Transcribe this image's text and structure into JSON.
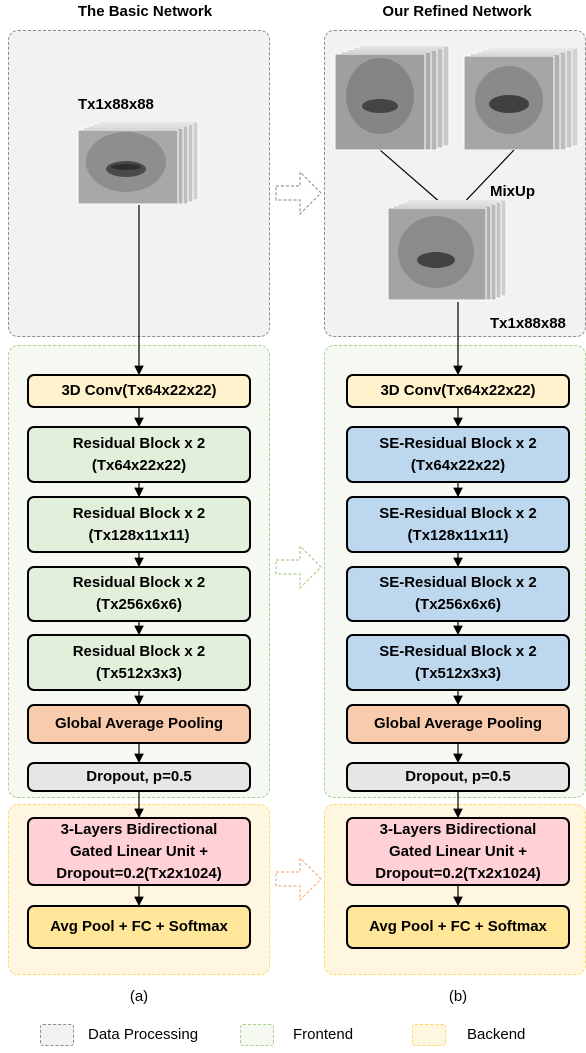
{
  "panel_a": {
    "title": "The Basic Network",
    "input_dims": "Tx1x88x88",
    "blocks": [
      "3D Conv(Tx64x22x22)",
      "Residual Block x 2\n(Tx64x22x22)",
      "Residual Block x 2\n(Tx128x11x11)",
      "Residual Block x 2\n(Tx256x6x6)",
      "Residual Block x 2\n(Tx512x3x3)",
      "Global Average Pooling",
      "Dropout, p=0.5",
      "3-Layers Bidirectional\nGated Linear Unit   +\nDropout=0.2(Tx2x1024)",
      "Avg Pool + FC + Softmax"
    ],
    "caption": "(a)"
  },
  "panel_b": {
    "title": "Our Refined Network",
    "mixup_label": "MixUp",
    "input_dims": "Tx1x88x88",
    "blocks": [
      "3D Conv(Tx64x22x22)",
      "SE-Residual Block x 2\n(Tx64x22x22)",
      "SE-Residual Block x 2\n(Tx128x11x11)",
      "SE-Residual Block x 2\n(Tx256x6x6)",
      "SE-Residual Block x 2\n(Tx512x3x3)",
      "Global Average Pooling",
      "Dropout, p=0.5",
      "3-Layers Bidirectional\nGated Linear Unit   +\nDropout=0.2(Tx2x1024)",
      "Avg Pool + FC + Softmax"
    ],
    "caption": "(b)"
  },
  "legend": [
    {
      "label": "Data Processing",
      "color": "#8c8c8c"
    },
    {
      "label": "Frontend",
      "color": "#a9d18e"
    },
    {
      "label": "Backend",
      "color": "#ffd966"
    }
  ],
  "colors": {
    "conv": "#fff2cc",
    "residual": "#e2efda",
    "se_residual": "#bdd7ee",
    "pooling": "#f8cbad",
    "dropout": "#e7e6e6",
    "glu": "#ffd1d6",
    "softmax": "#ffe699"
  }
}
